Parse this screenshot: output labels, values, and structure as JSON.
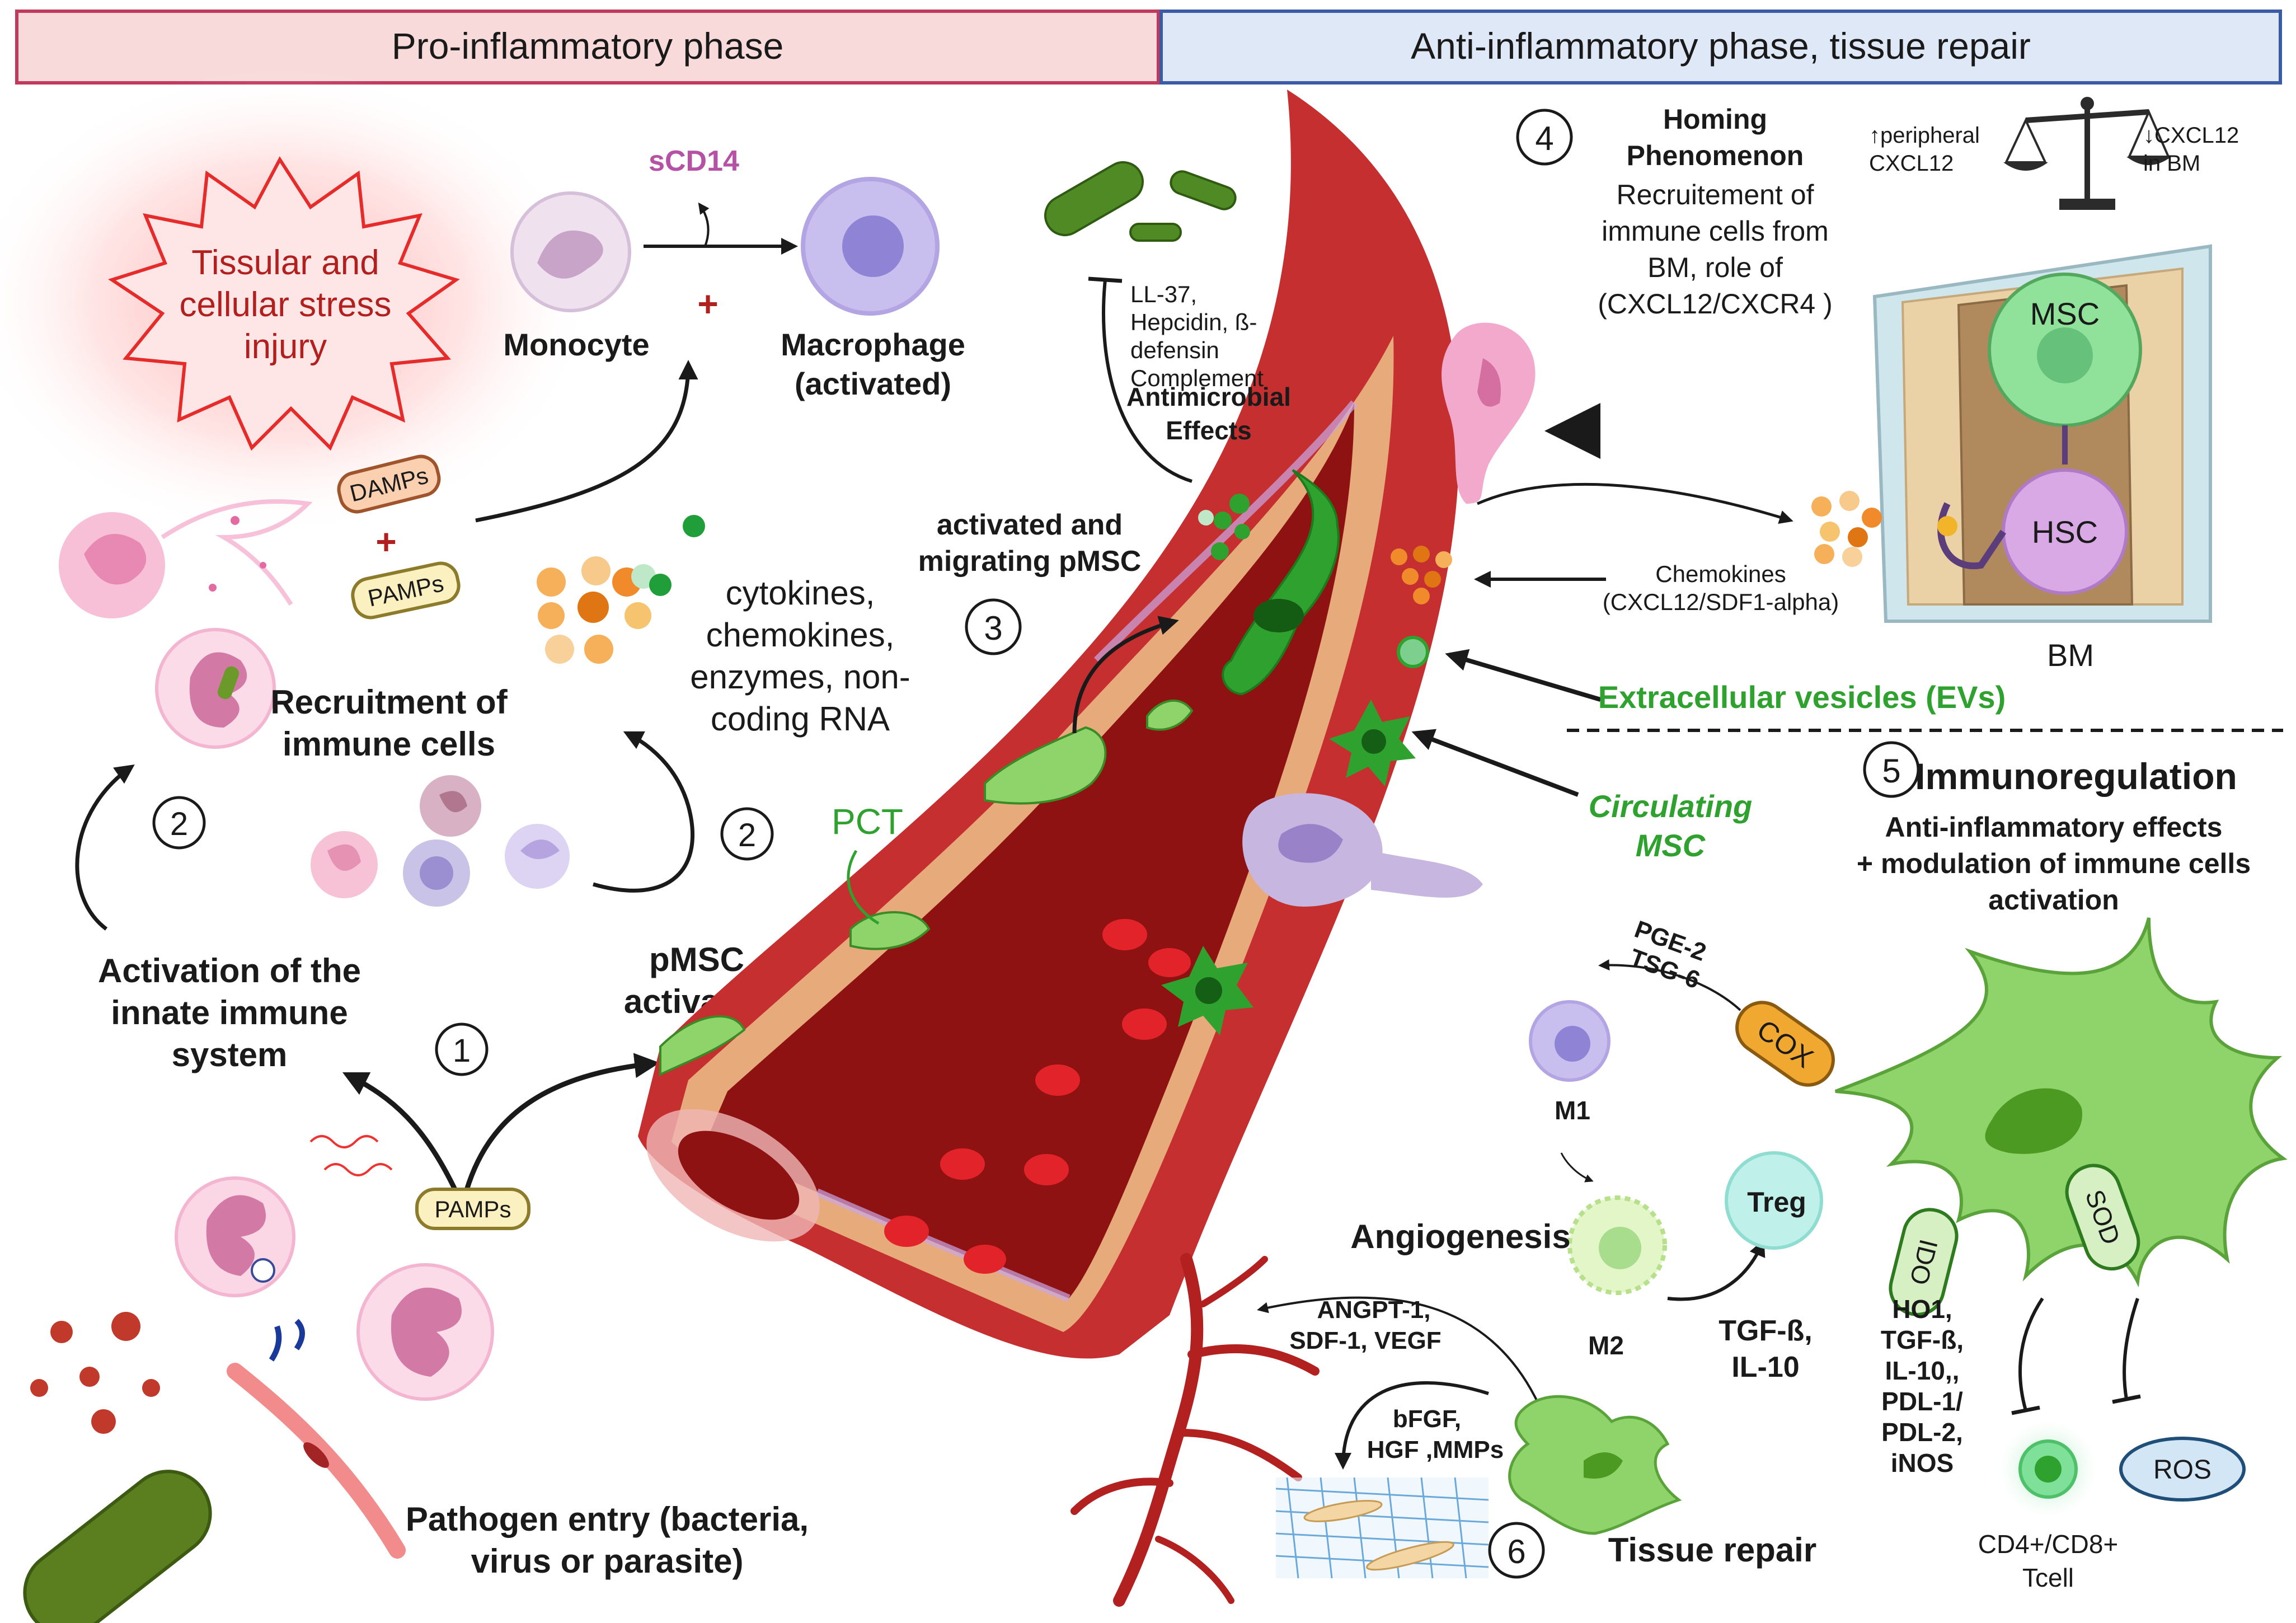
{
  "headers": {
    "pro": "Pro-inflammatory phase",
    "anti": "Anti-inflammatory phase, tissue repair"
  },
  "stress": {
    "l1": "Tissular and",
    "l2": "cellular stress",
    "l3": "injury"
  },
  "monocyte": "Monocyte",
  "scd14": "sCD14",
  "macrophage": {
    "l1": "Macrophage",
    "l2": "(activated)"
  },
  "damps": "DAMPs",
  "pamps": "PAMPs",
  "pamps2": "PAMPs",
  "plus1": "+",
  "plus2": "+",
  "cytokines": {
    "l1": "cytokines,",
    "l2": "chemokines,",
    "l3": "enzymes, non-",
    "l4": "coding RNA"
  },
  "recruitment": {
    "l1": "Recruitment of",
    "l2": "immune cells"
  },
  "activation": {
    "l1": "Activation of the",
    "l2": "innate immune",
    "l3": "system"
  },
  "pmsc_activated": {
    "l1": "pMSC",
    "l2": "activated"
  },
  "pathogen": {
    "l1": "Pathogen entry (bacteria,",
    "l2": "virus or parasite)"
  },
  "pct": "PCT",
  "activated_migrating": {
    "l1": "activated and",
    "l2": "migrating pMSC"
  },
  "antimicrobial": {
    "peptides_l1": "LL-37,",
    "peptides_l2": "Hepcidin, ß-",
    "peptides_l3": "defensin",
    "peptides_l4": "Complement",
    "title_l1": "Antimicrobial",
    "title_l2": "Effects"
  },
  "homing": {
    "title_l1": "Homing",
    "title_l2": "Phenomenon",
    "l1": "Recruitement of",
    "l2": "immune cells from",
    "l3": "BM, role of",
    "l4": "(CXCL12/CXCR4 )"
  },
  "balance": {
    "left_l1": "↑peripheral",
    "left_l2": "CXCL12",
    "right_l1": "↓CXCL12",
    "right_l2": "in BM"
  },
  "bm": {
    "msc": "MSC",
    "hsc": "HSC",
    "label": "BM"
  },
  "chemokines": {
    "l1": "Chemokines",
    "l2": "(CXCL12/SDF1-alpha)"
  },
  "evs": "Extracellular vesicles (EVs)",
  "circulating": {
    "l1": "Circulating",
    "l2": "MSC"
  },
  "immunoreg": {
    "title": "Immunoregulation",
    "l1": "Anti-inflammatory effects",
    "l2": "+ modulation of immune cells",
    "l3": "activation"
  },
  "pge2": {
    "l1": "PGE-2",
    "l2": "TSG-6"
  },
  "cox": "COX",
  "ido": "IDO",
  "sod": "SOD",
  "m1": "M1",
  "m2": "M2",
  "treg": "Treg",
  "tgf": {
    "l1": "TGF-ß,",
    "l2": "IL-10"
  },
  "factors": {
    "l1": "HO1,",
    "l2": "TGF-ß,",
    "l3": "IL-10,,",
    "l4": "PDL-1/",
    "l5": "PDL-2,",
    "l6": "iNOS"
  },
  "ros": "ROS",
  "tcell": {
    "l1": "CD4+/CD8+",
    "l2": "Tcell"
  },
  "angiogenesis": "Angiogenesis",
  "angpt": {
    "l1": "ANGPT-1,",
    "l2": "SDF-1, VEGF"
  },
  "bfgf": {
    "l1": "bFGF,",
    "l2": "HGF ,MMPs"
  },
  "tissue_repair": "Tissue repair",
  "steps": {
    "s1": "1",
    "s2a": "2",
    "s2b": "2",
    "s3": "3",
    "s4": "4",
    "s5": "5",
    "s6": "6"
  },
  "colors": {
    "pro_header_bg": "#f8dada",
    "pro_header_border": "#c03a5e",
    "anti_header_bg": "#dfe8f7",
    "anti_header_border": "#3b5ba5",
    "green_text": "#2ea12e",
    "scd14": "#b552a6",
    "vessel_outer": "#c62f2f",
    "lumen": "#8e1212",
    "msc_green": "#8fd46a"
  }
}
